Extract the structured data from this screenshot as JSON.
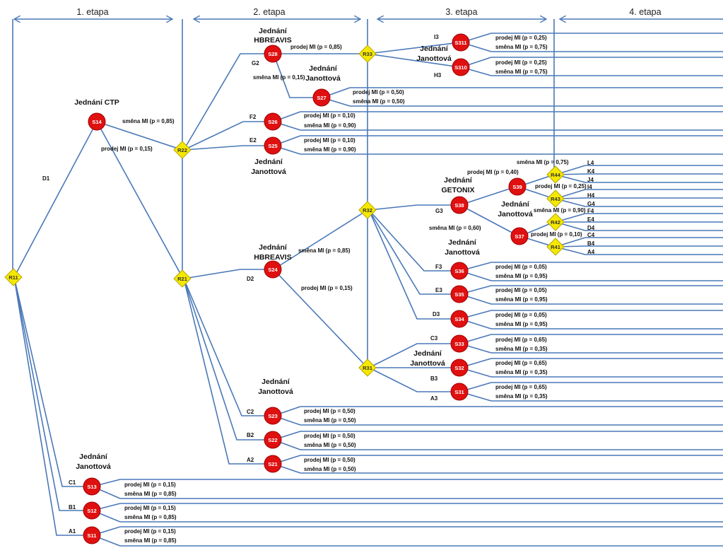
{
  "stages": [
    "1. etapa",
    "2. etapa",
    "3. etapa",
    "4. etapa"
  ],
  "decisions": {
    "R11": "R11",
    "R21": "R21",
    "R22": "R22",
    "R31": "R31",
    "R32": "R32",
    "R33": "R33",
    "R41": "R41",
    "R42": "R42",
    "R43": "R43",
    "R44": "R44"
  },
  "chances": {
    "S11": "S11",
    "S12": "S12",
    "S13": "S13",
    "S14": "S14",
    "S21": "S21",
    "S22": "S22",
    "S23": "S23",
    "S24": "S24",
    "S25": "S25",
    "S26": "S26",
    "S27": "S27",
    "S28": "S28",
    "S31": "S31",
    "S32": "S32",
    "S33": "S33",
    "S34": "S34",
    "S35": "S35",
    "S36": "S36",
    "S37": "S37",
    "S38": "S38",
    "S39": "S39",
    "S310": "S310",
    "S311": "S311"
  },
  "titles": {
    "ctp": "Jednání CTP",
    "jan1": [
      "Jednání",
      "Janottová"
    ],
    "hbr1": [
      "Jednání",
      "HBREAVIS"
    ],
    "hbr2": [
      "Jednání",
      "HBREAVIS"
    ],
    "jan27": [
      "Jednání",
      "Janottová"
    ],
    "jan25": [
      "Jednání",
      "Janottová"
    ],
    "jan23": [
      "Jednání",
      "Janottová"
    ],
    "jan33": [
      "Jednání",
      "Janottová"
    ],
    "getonix": [
      "Jednání",
      "GETONIX"
    ],
    "jan38": [
      "Jednání",
      "Janottová"
    ],
    "jan36": [
      "Jednání",
      "Janottová"
    ],
    "jan32": [
      "Jednání",
      "Janottová"
    ]
  },
  "branches": {
    "D1": "D1",
    "C1": "C1",
    "B1": "B1",
    "A1": "A1",
    "D2": "D2",
    "C2": "C2",
    "B2": "B2",
    "A2": "A2",
    "E2": "E2",
    "F2": "F2",
    "G2": "G2",
    "A3": "A3",
    "B3": "B3",
    "C3": "C3",
    "D3": "D3",
    "E3": "E3",
    "F3": "F3",
    "G3": "G3",
    "H3": "H3",
    "I3": "I3",
    "A4": "A4",
    "B4": "B4",
    "C4": "C4",
    "D4": "D4",
    "E4": "E4",
    "F4": "F4",
    "G4": "G4",
    "H4": "H4",
    "I4": "I4",
    "J4": "J4",
    "K4": "K4",
    "L4": "L4"
  },
  "probabilities": {
    "s14_smena": "směna MI (p = 0,85)",
    "s14_prodej": "prodej MI (p = 0,15)",
    "s13_prodej": "prodej MI (p = 0,15)",
    "s13_smena": "směna MI (p = 0,85)",
    "s12_prodej": "prodej MI (p = 0,15)",
    "s12_smena": "směna MI (p = 0,85)",
    "s11_prodej": "prodej MI (p = 0,15)",
    "s11_smena": "směna MI (p = 0,85)",
    "s28_prodej": "prodej MI (p = 0,85)",
    "s28_smena": "směna MI (p = 0,15)",
    "s27_prodej": "prodej MI (p = 0,50)",
    "s27_smena": "směna MI (p = 0,50)",
    "s26_prodej": "prodej MI (p = 0,10)",
    "s26_smena": "směna MI (p = 0,90)",
    "s25_prodej": "prodej MI (p = 0,10)",
    "s25_smena": "směna MI (p = 0,90)",
    "s24_smena": "směna MI (p = 0,85)",
    "s24_prodej": "prodej MI (p = 0,15)",
    "s23_prodej": "prodej MI (p = 0,50)",
    "s23_smena": "směna MI (p = 0,50)",
    "s22_prodej": "prodej MI (p = 0,50)",
    "s22_smena": "směna MI (p = 0,50)",
    "s21_prodej": "prodej MI (p = 0,50)",
    "s21_smena": "směna MI (p = 0,50)",
    "s311_prodej": "prodej MI (p = 0,25)",
    "s311_smena": "směna MI (p = 0,75)",
    "s310_prodej": "prodej MI (p = 0,25)",
    "s310_smena": "směna MI (p = 0,75)",
    "s39_smena": "směna MI (p = 0,75)",
    "s39_prodej": "prodej MI (p = 0,25)",
    "s38_prodej": "prodej MI (p = 0,40)",
    "s38_smena": "směna MI (p = 0,60)",
    "s37_smena": "směna MI (p = 0,90)",
    "s37_prodej": "prodej MI (p = 0,10)",
    "s36_prodej": "prodej MI (p = 0,05)",
    "s36_smena": "směna MI (p = 0,95)",
    "s35_prodej": "prodej MI (p = 0,05)",
    "s35_smena": "směna MI (p = 0,95)",
    "s34_prodej": "prodej MI (p = 0,05)",
    "s34_smena": "směna MI (p = 0,95)",
    "s33_prodej": "prodej MI (p = 0,65)",
    "s33_smena": "směna MI (p = 0,35)",
    "s32_prodej": "prodej MI (p = 0,65)",
    "s32_smena": "směna MI (p = 0,35)",
    "s31_prodej": "prodej MI (p = 0,65)",
    "s31_smena": "směna MI (p = 0,35)"
  },
  "colors": {
    "line": "#4a78b8",
    "chance": "#e01010",
    "decision": "#f5e800"
  }
}
